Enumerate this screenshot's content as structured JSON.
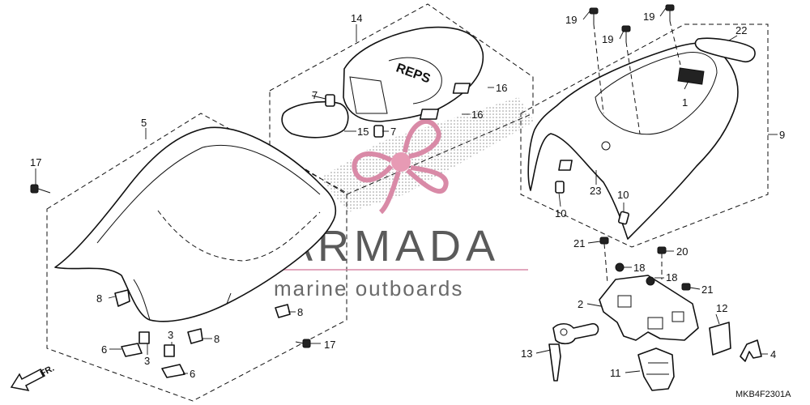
{
  "diagram_code": "MKB4F2301A",
  "direction_label": "FR.",
  "watermark": {
    "brand": "ARMADA",
    "tagline": "marine outboards"
  },
  "callouts": {
    "c1": "1",
    "c2": "2",
    "c3a": "3",
    "c3b": "3",
    "c4": "4",
    "c5": "5",
    "c6a": "6",
    "c6b": "6",
    "c7a": "7",
    "c7b": "7",
    "c8a": "8",
    "c8b": "8",
    "c8c": "8",
    "c9": "9",
    "c10a": "10",
    "c10b": "10",
    "c11": "11",
    "c12": "12",
    "c13": "13",
    "c14": "14",
    "c15": "15",
    "c16a": "16",
    "c16b": "16",
    "c17a": "17",
    "c17b": "17",
    "c18a": "18",
    "c18b": "18",
    "c19a": "19",
    "c19b": "19",
    "c19c": "19",
    "c20": "20",
    "c21a": "21",
    "c21b": "21",
    "c22": "22",
    "c23": "23"
  }
}
